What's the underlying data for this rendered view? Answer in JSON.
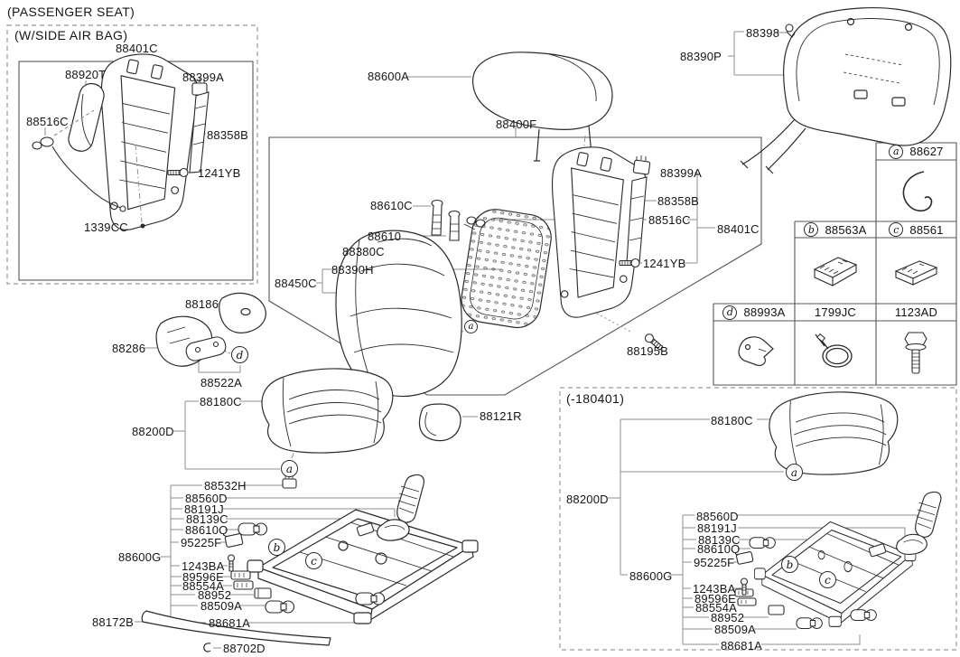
{
  "notes": {
    "passenger_seat": "(PASSENGER SEAT)",
    "side_airbag": "(W/SIDE AIR BAG)",
    "variant": "(-180401)"
  },
  "parts": {
    "88401C": "88401C",
    "88920T": "88920T",
    "88399A": "88399A",
    "88516C": "88516C",
    "88358B": "88358B",
    "1241YB": "1241YB",
    "1339CC": "1339CC",
    "88600A": "88600A",
    "88400F": "88400F",
    "88610C": "88610C",
    "88610": "88610",
    "88380C": "88380C",
    "88390H": "88390H",
    "88450C": "88450C",
    "88195B": "88195B",
    "88398": "88398",
    "88390P": "88390P",
    "88121R": "88121R",
    "88186": "88186",
    "88286": "88286",
    "88522A": "88522A",
    "88180C": "88180C",
    "88200D": "88200D",
    "88532H": "88532H",
    "88560D": "88560D",
    "88191J": "88191J",
    "88139C": "88139C",
    "88610Q": "88610Q",
    "95225F": "95225F",
    "88600G": "88600G",
    "1243BA": "1243BA",
    "89596E": "89596E",
    "88554A": "88554A",
    "88952": "88952",
    "88509A": "88509A",
    "88681A": "88681A",
    "88172B": "88172B",
    "88702D": "88702D"
  },
  "ref_table": {
    "cells": [
      {
        "ref": "a",
        "part": "88627"
      },
      {
        "ref": "b",
        "part": "88563A"
      },
      {
        "ref": "c",
        "part": "88561"
      },
      {
        "ref": "d",
        "part": "88993A"
      },
      {
        "ref": "",
        "part": "1799JC"
      },
      {
        "ref": "",
        "part": "1123AD"
      }
    ]
  },
  "callouts": {
    "a": "a",
    "b": "b",
    "c": "c",
    "d": "d"
  },
  "colors": {
    "line": "#2b2b2b",
    "leader": "#8f8f8f",
    "box": "#555555",
    "text": "#151515"
  }
}
